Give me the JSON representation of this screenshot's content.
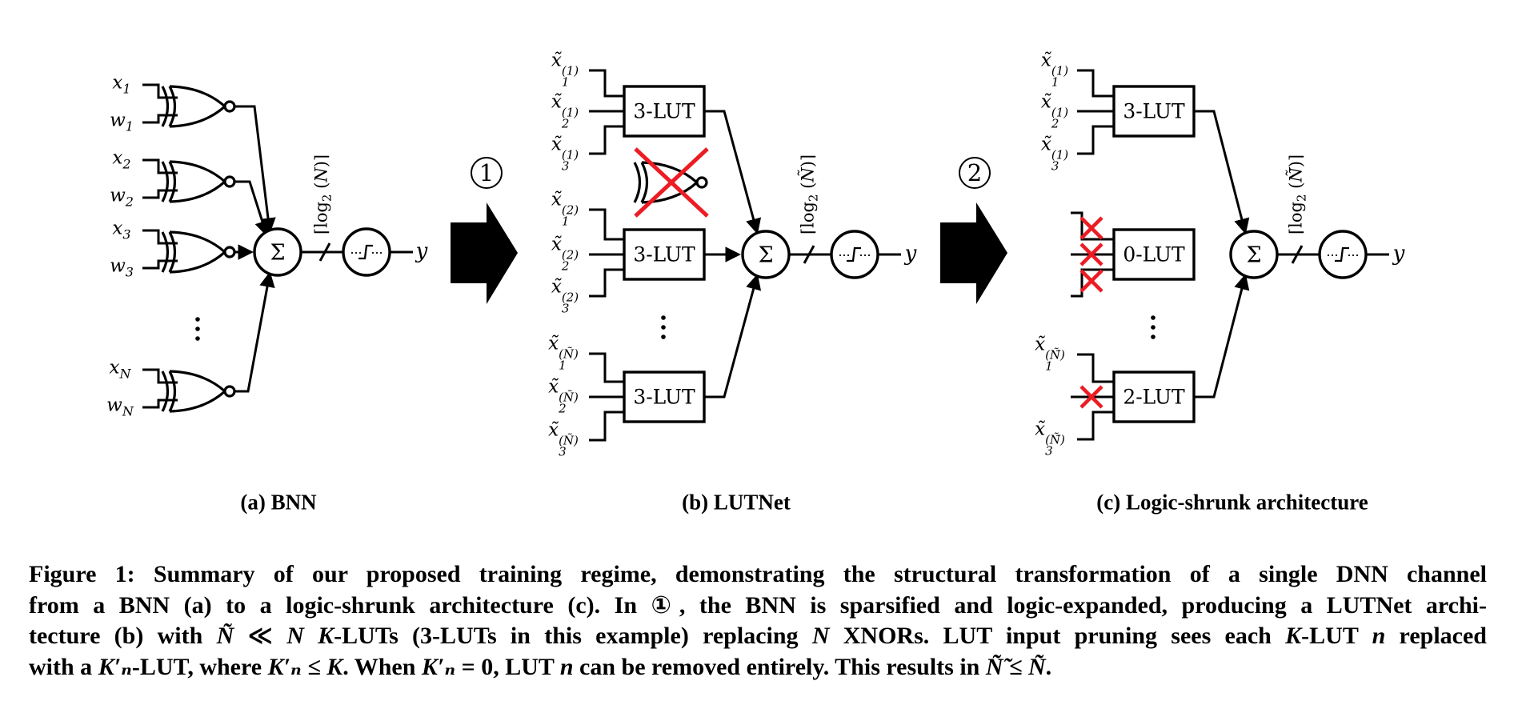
{
  "fig": {
    "colors": {
      "ink": "#000000",
      "prune_red": "#ec1c24",
      "paper": "#ffffff"
    },
    "pa": {
      "caption": "(a) BNN",
      "inputs": [
        {
          "b": "x",
          "s": "1"
        },
        {
          "b": "w",
          "s": "1"
        },
        {
          "b": "x",
          "s": "2"
        },
        {
          "b": "w",
          "s": "2"
        },
        {
          "b": "x",
          "s": "3"
        },
        {
          "b": "w",
          "s": "3"
        },
        {
          "b": "x",
          "s": "N"
        },
        {
          "b": "w",
          "s": "N"
        }
      ],
      "sum": "Σ",
      "bus": {
        "pre": "⌈log",
        "sub": "2",
        "open": " (",
        "var": "N",
        "close": ")⌉"
      },
      "out": "y"
    },
    "pb": {
      "caption": "(b) LUTNet",
      "inputs": [
        {
          "b": "x̃",
          "s": "1",
          "p": "(1)"
        },
        {
          "b": "x̃",
          "s": "2",
          "p": "(1)"
        },
        {
          "b": "x̃",
          "s": "3",
          "p": "(1)"
        },
        {
          "b": "x̃",
          "s": "1",
          "p": "(2)"
        },
        {
          "b": "x̃",
          "s": "2",
          "p": "(2)"
        },
        {
          "b": "x̃",
          "s": "3",
          "p": "(2)"
        },
        {
          "b": "x̃",
          "s": "1",
          "p": "(Ñ)"
        },
        {
          "b": "x̃",
          "s": "2",
          "p": "(Ñ)"
        },
        {
          "b": "x̃",
          "s": "3",
          "p": "(Ñ)"
        }
      ],
      "luts": [
        "3-LUT",
        "3-LUT",
        "3-LUT"
      ],
      "sum": "Σ",
      "bus": {
        "pre": "⌈log",
        "sub": "2",
        "open": " (",
        "var": "Ñ",
        "close": ")⌉"
      },
      "out": "y"
    },
    "pc": {
      "caption": "(c) Logic-shrunk architecture",
      "inputs_top": [
        {
          "b": "x̃",
          "s": "1",
          "p": "(1)"
        },
        {
          "b": "x̃",
          "s": "2",
          "p": "(1)"
        },
        {
          "b": "x̃",
          "s": "3",
          "p": "(1)"
        }
      ],
      "inputs_bottom": [
        {
          "b": "x̃",
          "s": "1",
          "p": "(Ñ̃)"
        },
        {
          "b": "x̃",
          "s": "3",
          "p": "(Ñ̃)"
        }
      ],
      "luts": [
        "3-LUT",
        "0-LUT",
        "2-LUT"
      ],
      "sum": "Σ",
      "bus": {
        "pre": "⌈log",
        "sub": "2",
        "open": " (",
        "var": "Ñ̃",
        "close": ")⌉"
      },
      "out": "y"
    },
    "arrows": {
      "step1": "1",
      "step2": "2"
    },
    "caption": {
      "line1": "Figure 1: Summary of our proposed training regime, demonstrating the structural transformation of a single DNN channel",
      "line2": "from a BNN (a) to a logic-shrunk architecture (c). In ①, the BNN is sparsified and logic-expanded, producing a LUTNet archi-",
      "line3": {
        "s1": "tecture (b) with ",
        "s2": "Ñ",
        "s3": " ≪ ",
        "s4": "N K",
        "s5": "-LUTs (3-LUTs in this example) replacing ",
        "s6": "N",
        "s7": " XNORs. LUT input pruning sees each ",
        "s8": "K",
        "s9": "-LUT ",
        "s10": "n",
        "s11": " replaced"
      },
      "line4": {
        "s1": "with a ",
        "s2": "K′ₙ",
        "s3": "-LUT, where ",
        "s4": "K′ₙ ≤ K",
        "s5": ". When ",
        "s6": "K′ₙ",
        "s7": " = 0, LUT ",
        "s8": "n",
        "s9": " can be removed entirely. This results in ",
        "s10": "Ñ̃ ≤ Ñ",
        "s11": "."
      }
    }
  }
}
